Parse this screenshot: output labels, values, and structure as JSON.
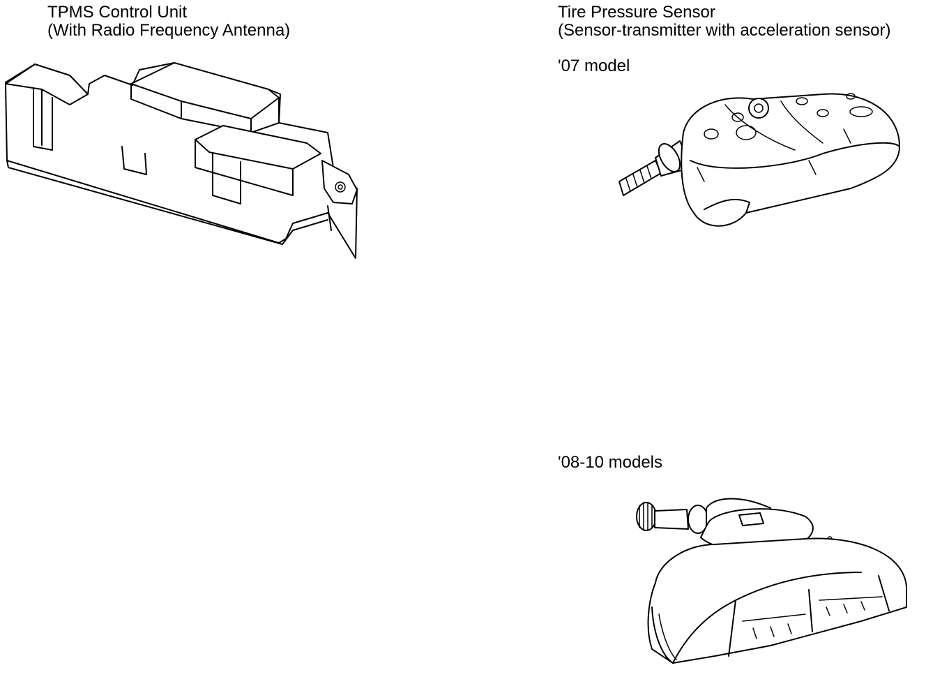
{
  "left": {
    "title_line1": "TPMS Control Unit",
    "title_line2": "(With Radio Frequency Antenna)"
  },
  "right": {
    "title_line1": "Tire Pressure Sensor",
    "title_line2": "(Sensor-transmitter with acceleration sensor)",
    "model_2007": "'07 model",
    "model_2008_10": "'08-10 models"
  },
  "colors": {
    "line": "#000000",
    "background": "#ffffff"
  }
}
